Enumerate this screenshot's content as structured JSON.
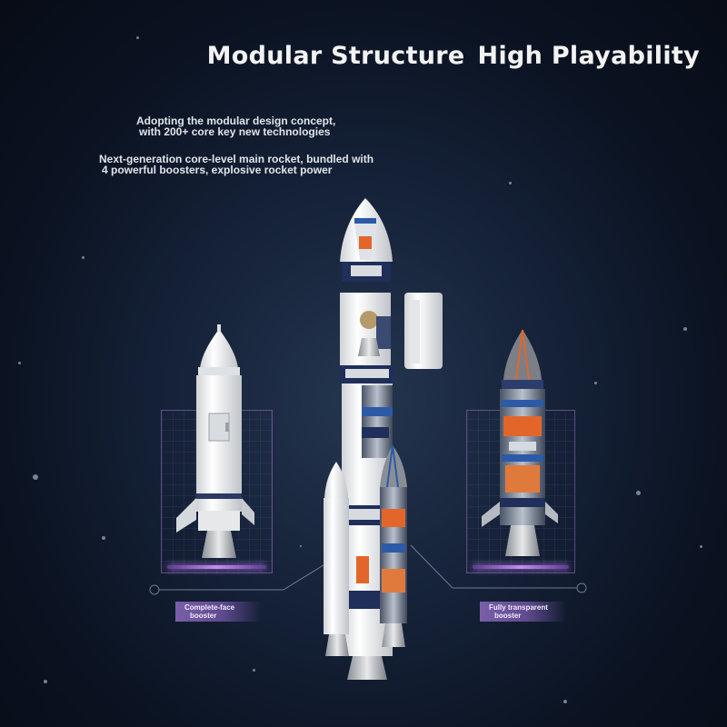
{
  "header": {
    "title_left": "Modular Structure",
    "title_right": "High Playability"
  },
  "features": [
    {
      "line1": "Adopting the modular design concept,",
      "line2": "with 200+ core key new technologies"
    },
    {
      "line1": "Next-generation core-level main rocket, bundled with",
      "line2": "4 powerful boosters, explosive rocket power"
    }
  ],
  "callouts": {
    "left": {
      "line1": "Complete-face",
      "line2": "booster"
    },
    "right": {
      "line1": "Fully transparent",
      "line2": "booster"
    }
  },
  "colors": {
    "background": "#0b1322",
    "accent_purple": "#b27be6",
    "rocket_white": "#f3f3f1",
    "rocket_orange": "#e2662a",
    "rocket_navy": "#1f2f5a"
  }
}
